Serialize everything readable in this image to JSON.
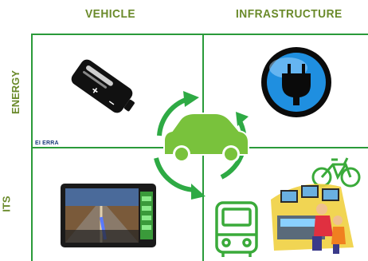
{
  "columns": {
    "vehicle": "VEHICLE",
    "infrastructure": "INFRASTRUCTURE"
  },
  "rows": {
    "energy": "ENERGY",
    "its": "ITS"
  },
  "quadrant_tag": "EI ERRA",
  "colors": {
    "grid": "#2a9a3a",
    "header": "#6a8a2a",
    "car": "#79c23c",
    "arrows": "#2eaa44"
  },
  "icons": {
    "top_left": "battery-icon",
    "top_right": "power-plug-icon",
    "center": "car-cycle-icon",
    "bottom_left": "gps-navigation-device-icon",
    "bottom_right": [
      "bicycle-icon",
      "bus-icon",
      "control-room-operator-icon"
    ]
  }
}
